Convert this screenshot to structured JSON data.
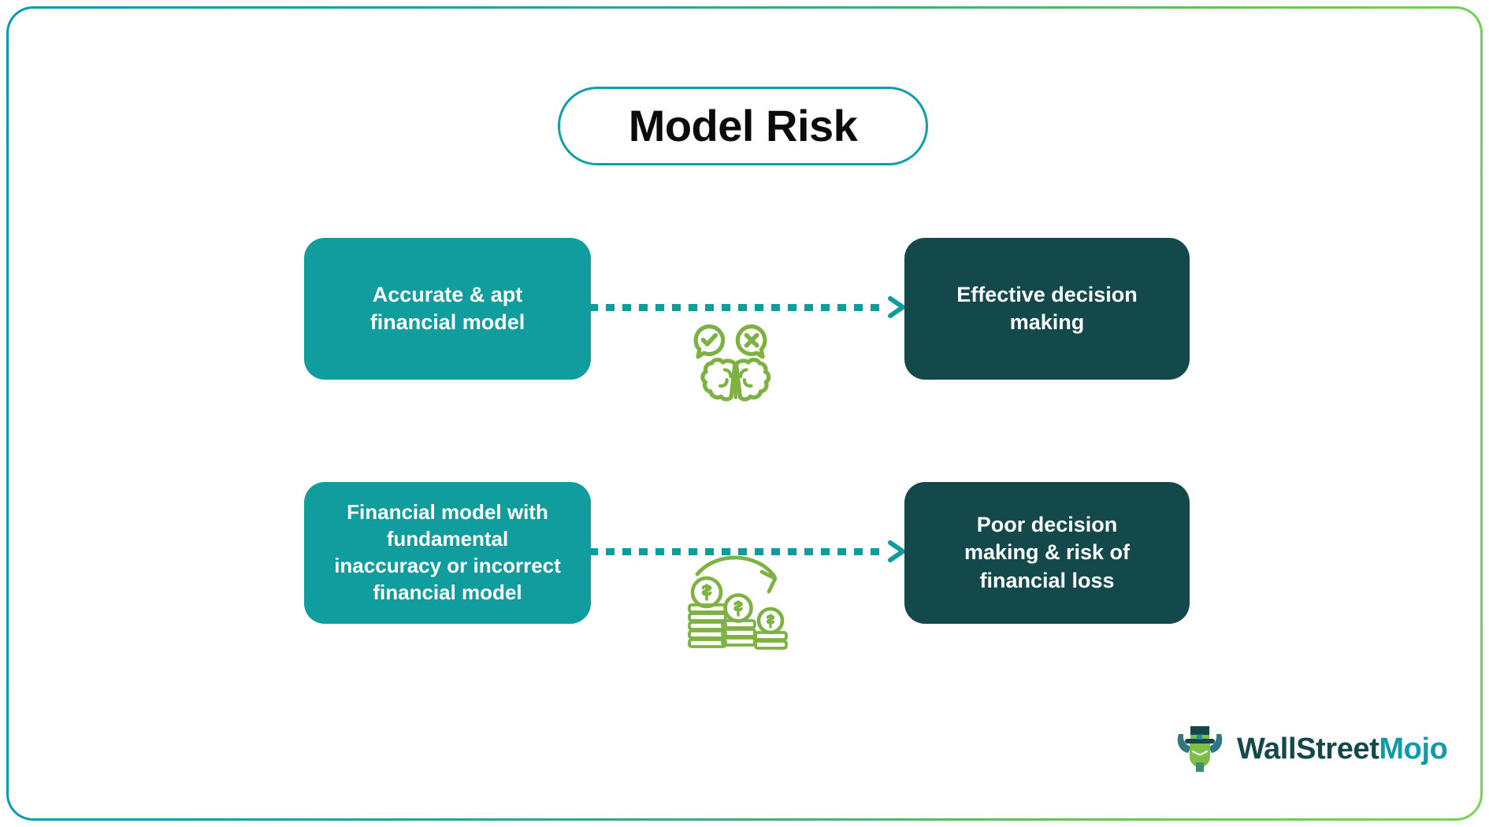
{
  "page": {
    "title": "Model Risk",
    "background": "#ffffff"
  },
  "theme": {
    "teal": "#119D9D",
    "dark_teal": "#14494C",
    "accent_green": "#7DB242",
    "border_gradient_start": "#039BB0",
    "border_gradient_end": "#77D44E",
    "title_border": "#0EA0A6",
    "connector": "#109C9C"
  },
  "header": {
    "title": "Model Risk"
  },
  "flow": {
    "rows": [
      {
        "id": "positive-path",
        "source": {
          "label": "Accurate & apt\nfinancial model",
          "color": "#119D9D"
        },
        "icon": {
          "name": "brain-decision-icon",
          "color": "#7DB242",
          "parts": [
            "check-speech-bubble",
            "cross-speech-bubble",
            "brain"
          ]
        },
        "connector": {
          "style": "dotted-arrow",
          "color": "#109C9C",
          "direction": "right"
        },
        "target": {
          "label": "Effective decision\nmaking",
          "color": "#14494C"
        }
      },
      {
        "id": "negative-path",
        "source": {
          "label": "Financial model with\nfundamental\ninaccuracy or incorrect\nfinancial model",
          "color": "#119D9D"
        },
        "icon": {
          "name": "declining-money-icon",
          "color": "#7DB242",
          "parts": [
            "curved-down-arrow",
            "coin-stack-tall",
            "coin-stack-medium",
            "coin-stack-short"
          ]
        },
        "connector": {
          "style": "dotted-arrow",
          "color": "#109C9C",
          "direction": "right"
        },
        "target": {
          "label": "Poor decision\nmaking & risk of\nfinancial loss",
          "color": "#14494C"
        }
      }
    ]
  },
  "brand": {
    "name_part1": "WallStreet",
    "name_part2": "Mojo",
    "mark_name": "bull-with-top-hat-logo",
    "color_part1": "#14494C",
    "color_part2": "#0E9CA8"
  }
}
